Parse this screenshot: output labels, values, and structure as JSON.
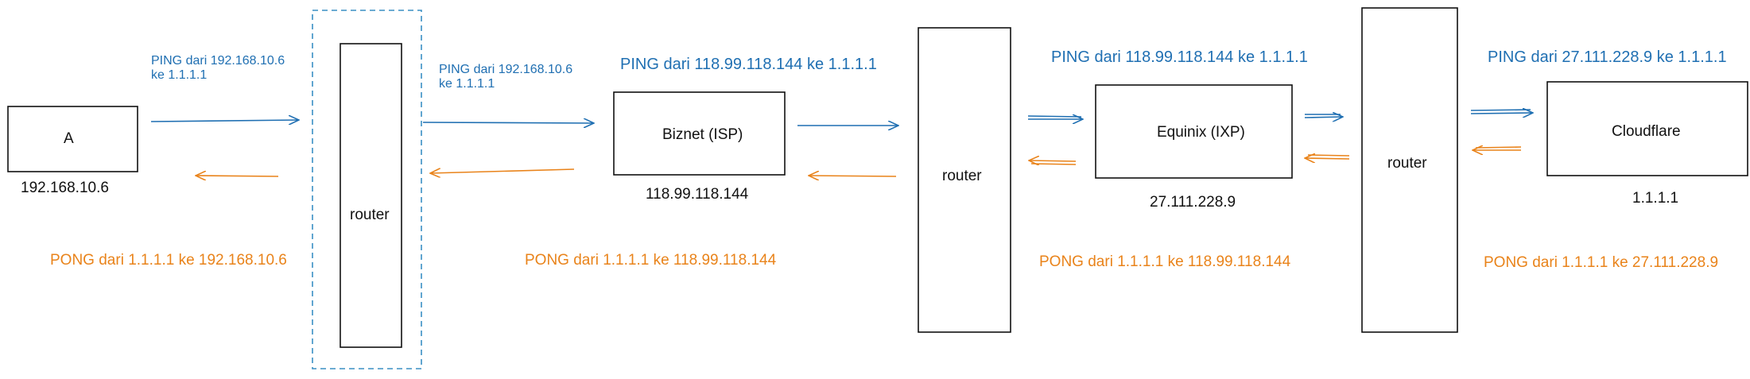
{
  "nodes": {
    "host_a": {
      "label": "A",
      "ip": "192.168.10.6"
    },
    "router_1": {
      "label": "router"
    },
    "biznet": {
      "label": "Biznet (ISP)",
      "ip": "118.99.118.144"
    },
    "router_2": {
      "label": "router"
    },
    "equinix": {
      "label": "Equinix (IXP)",
      "ip": "27.111.228.9"
    },
    "router_3": {
      "label": "router"
    },
    "cloudflare": {
      "label": "Cloudflare",
      "ip": "1.1.1.1"
    }
  },
  "messages": {
    "ping_1": "PING dari 192.168.10.6\nke 1.1.1.1",
    "ping_2": "PING dari 192.168.10.6\nke 1.1.1.1",
    "ping_3": "PING dari 118.99.118.144 ke 1.1.1.1",
    "ping_4": "PING dari 118.99.118.144 ke 1.1.1.1",
    "ping_5": "PING dari 27.111.228.9 ke 1.1.1.1",
    "pong_1": "PONG dari 1.1.1.1 ke 192.168.10.6",
    "pong_2": "PONG dari 1.1.1.1 ke 118.99.118.144",
    "pong_3": "PONG dari 1.1.1.1 ke 118.99.118.144",
    "pong_4": "PONG dari 1.1.1.1 ke 27.111.228.9"
  },
  "colors": {
    "ping": "#1f6fb2",
    "pong": "#e9831a",
    "outline": "#111111",
    "dashed": "#3a8fc4"
  }
}
